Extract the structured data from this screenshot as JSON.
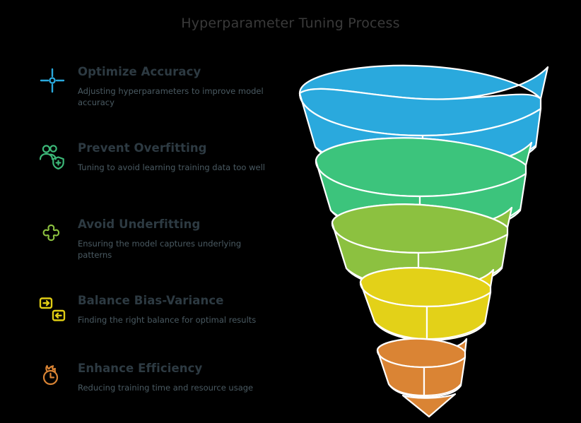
{
  "title": "Hyperparameter Tuning Process",
  "background_color": "#000000",
  "title_color": "#3a3a3a",
  "heading_color": "#2d3a42",
  "description_color": "#4a5a62",
  "steps": [
    {
      "title": "Optimize Accuracy",
      "description": "Adjusting hyperparameters to improve model accuracy",
      "icon": "crosshair-target-icon",
      "color": "#2aa9dd"
    },
    {
      "title": "Prevent Overfitting",
      "description": "Tuning to avoid learning training data too well",
      "icon": "users-shield-protect-icon",
      "color": "#3cb878"
    },
    {
      "title": "Avoid Underfitting",
      "description": "Ensuring the model captures underlying patterns",
      "icon": "puzzle-piece-icon",
      "color": "#8cc140"
    },
    {
      "title": "Balance Bias-Variance",
      "description": "Finding the right balance for optimal results",
      "icon": "exchange-transfer-arrows-icon",
      "color": "#e0cd14"
    },
    {
      "title": "Enhance Efficiency",
      "description": "Reducing training time and resource usage",
      "icon": "flame-clock-icon",
      "color": "#da8434"
    }
  ],
  "funnel": {
    "type": "spiral-funnel",
    "stroke_color": "#ffffff",
    "bands": [
      {
        "label": "Optimize Accuracy",
        "color": "#2aa9dd"
      },
      {
        "label": "Prevent Overfitting",
        "color": "#3cc47c"
      },
      {
        "label": "Avoid Underfitting",
        "color": "#8cc140"
      },
      {
        "label": "Balance Bias-Variance",
        "color": "#e3d118"
      },
      {
        "label": "Enhance Efficiency",
        "color": "#da8434"
      }
    ]
  }
}
